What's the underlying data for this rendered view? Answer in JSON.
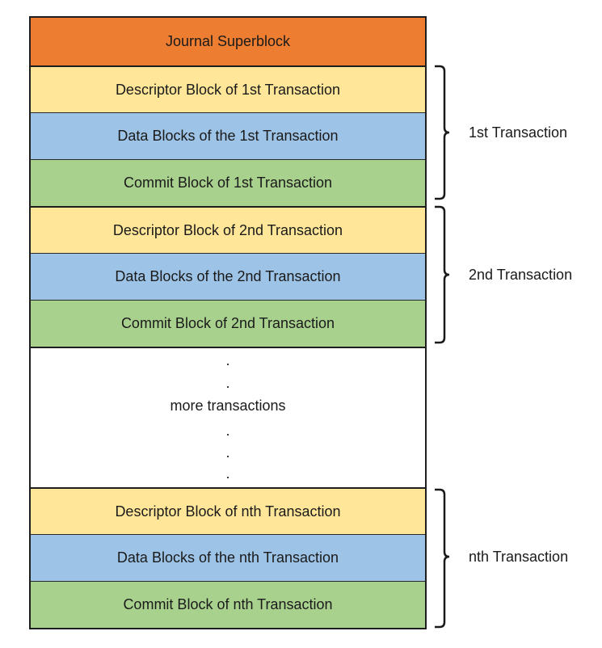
{
  "blocks": {
    "superblock": "Journal Superblock",
    "t1": {
      "descriptor": "Descriptor Block of 1st Transaction",
      "data": "Data Blocks of the 1st Transaction",
      "commit": "Commit Block of 1st Transaction"
    },
    "t2": {
      "descriptor": "Descriptor Block of 2nd Transaction",
      "data": "Data Blocks of the 2nd Transaction",
      "commit": "Commit Block of 2nd Transaction"
    },
    "more": {
      "label": "more transactions",
      "dot": "."
    },
    "tn": {
      "descriptor": "Descriptor Block of nth Transaction",
      "data": "Data Blocks of the nth Transaction",
      "commit": "Commit Block of nth Transaction"
    }
  },
  "braces": {
    "t1": "1st Transaction",
    "t2": "2nd Transaction",
    "tn": "nth Transaction"
  },
  "colors": {
    "superblock": "#ed7d31",
    "descriptor": "#ffe699",
    "data": "#9dc3e6",
    "commit": "#a9d18e"
  }
}
